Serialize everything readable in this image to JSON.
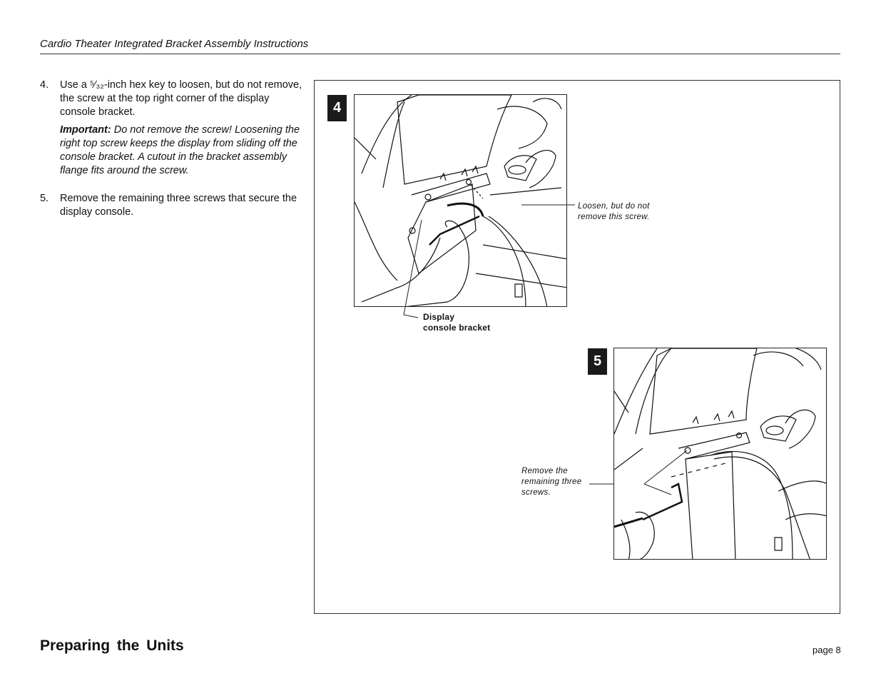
{
  "header": {
    "title": "Cardio Theater Integrated Bracket Assembly Instructions"
  },
  "steps": [
    {
      "number": "4.",
      "text": "Use a ⁵⁄₃₂-inch hex key to loosen, but do not remove, the screw at the top right corner of the display console bracket.",
      "important_label": "Important:",
      "important_text": "Do not remove the screw! Loosening the right top screw keeps the display from sliding off the console bracket. A cutout in the bracket assembly flange fits around the screw."
    },
    {
      "number": "5.",
      "text": "Remove the remaining three screws that secure the display console."
    }
  ],
  "figures": {
    "fig4": {
      "badge": "4",
      "callout_screw": "Loosen, but do not\nremove  this  screw.",
      "callout_bracket": "Display\nconsole  bracket"
    },
    "fig5": {
      "badge": "5",
      "callout_screws": "Remove  the\nremaining  three\nscrews."
    }
  },
  "footer": {
    "section_title": "Preparing the Units",
    "page": "page 8"
  }
}
